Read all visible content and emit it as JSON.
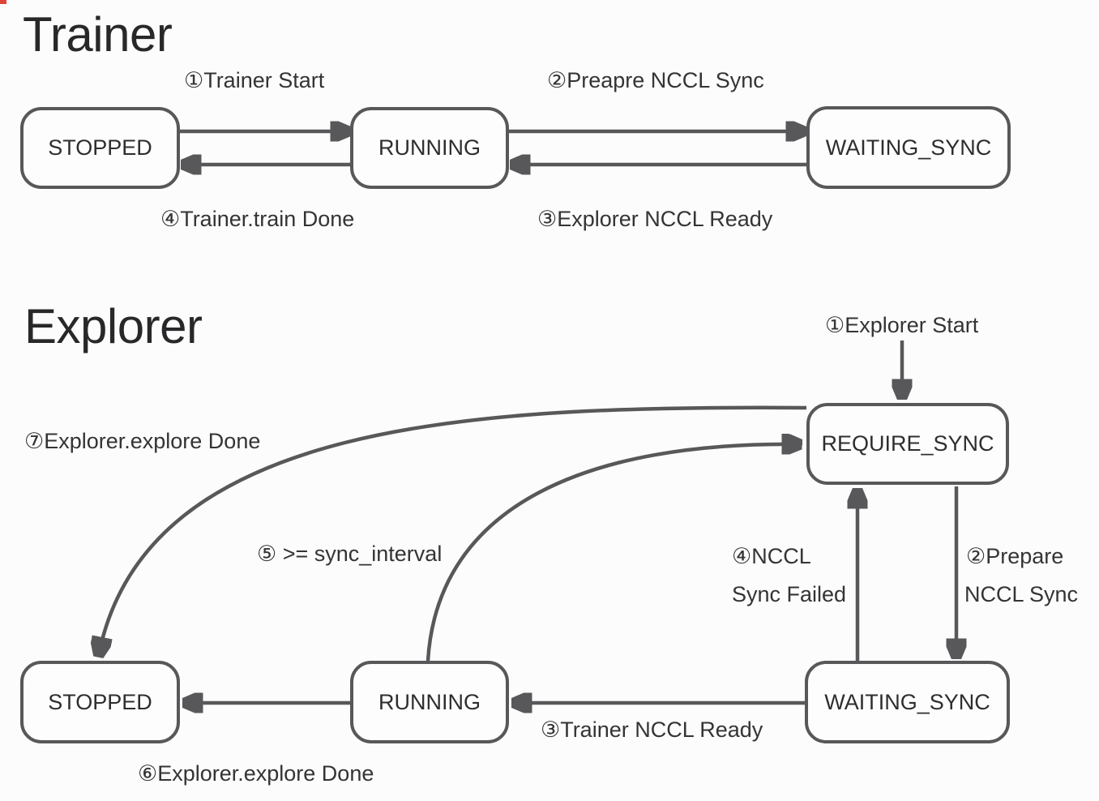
{
  "page": {
    "background": "#fcfcfc",
    "line_color": "#58585a",
    "text_color": "#2e2e30",
    "corner_mark_color": "#e04438"
  },
  "trainer": {
    "title": "Trainer",
    "states": {
      "stopped": "STOPPED",
      "running": "RUNNING",
      "waiting_sync": "WAITING_SYNC"
    },
    "transitions": {
      "t1": {
        "label": "①Trainer Start",
        "from": "STOPPED",
        "to": "RUNNING"
      },
      "t2": {
        "label": "②Preapre NCCL Sync",
        "from": "RUNNING",
        "to": "WAITING_SYNC"
      },
      "t3": {
        "label": "③Explorer NCCL Ready",
        "from": "WAITING_SYNC",
        "to": "RUNNING"
      },
      "t4": {
        "label": "④Trainer.train Done",
        "from": "RUNNING",
        "to": "STOPPED"
      }
    }
  },
  "explorer": {
    "title": "Explorer",
    "states": {
      "require_sync": "REQUIRE_SYNC",
      "waiting_sync": "WAITING_SYNC",
      "running": "RUNNING",
      "stopped": "STOPPED"
    },
    "transitions": {
      "e1": {
        "label": "①Explorer Start",
        "to": "REQUIRE_SYNC"
      },
      "e2": {
        "line1": "②Prepare",
        "line2": "NCCL Sync",
        "from": "REQUIRE_SYNC",
        "to": "WAITING_SYNC"
      },
      "e3": {
        "label": "③Trainer NCCL Ready",
        "from": "WAITING_SYNC",
        "to": "RUNNING"
      },
      "e4": {
        "line1": "④NCCL",
        "line2": "Sync Failed",
        "from": "WAITING_SYNC",
        "to": "REQUIRE_SYNC"
      },
      "e5": {
        "label": "⑤ >= sync_interval",
        "from": "RUNNING",
        "to": "REQUIRE_SYNC"
      },
      "e6": {
        "label": "⑥Explorer.explore Done",
        "from": "RUNNING",
        "to": "STOPPED"
      },
      "e7": {
        "label": "⑦Explorer.explore Done",
        "from": "REQUIRE_SYNC",
        "to": "STOPPED"
      }
    }
  }
}
